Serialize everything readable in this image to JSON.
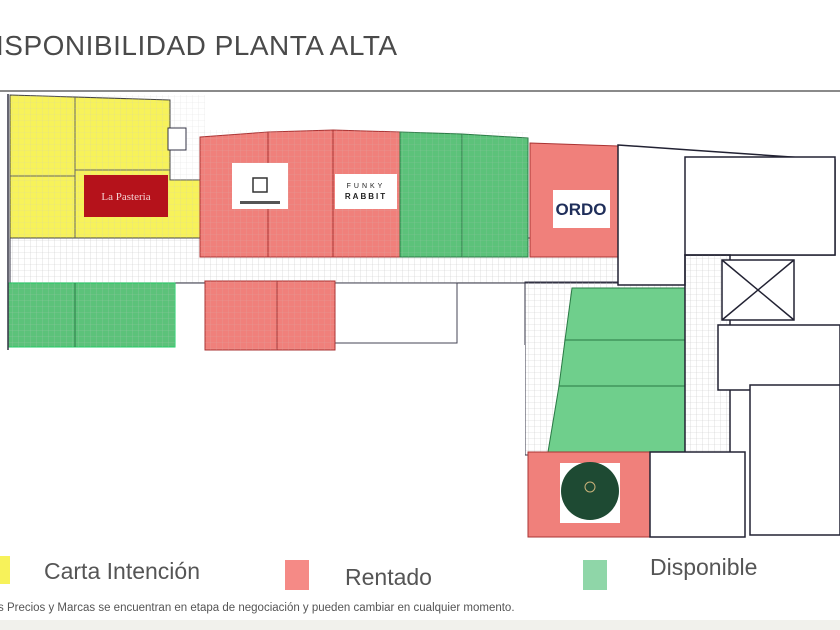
{
  "header": {
    "title": "ISPONIBILIDAD PLANTA ALTA"
  },
  "plan": {
    "tenants": {
      "pasteria": "La Pasteria",
      "funky_rabbit_line1": "FUNKY",
      "funky_rabbit_line2": "RABBIT",
      "ordo": "ORDO"
    }
  },
  "legend": [
    {
      "label": "Carta Intención",
      "color": "#f7f25a"
    },
    {
      "label": "Rentado",
      "color": "#f58a86"
    },
    {
      "label": "Disponible",
      "color": "#8fd6a8"
    }
  ],
  "footer": {
    "note": "s Precios y Marcas se encuentran en etapa de negociación y pueden cambiar en cualquier momento."
  },
  "colors": {
    "yellow": "#f7f25a",
    "red": "#f0807b",
    "green": "#5cc27a",
    "pasteria": "#b5121b"
  }
}
